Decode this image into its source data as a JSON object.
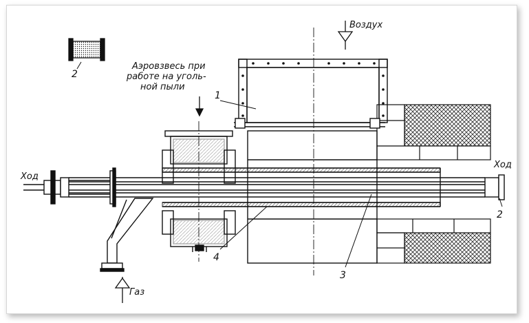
{
  "labels": {
    "air": "Воздух",
    "aerosuspension_line1": "Аэровзвесь при",
    "aerosuspension_line2": "работе на уголь-",
    "aerosuspension_line3": "ной пыли",
    "stroke_left": "Ход",
    "stroke_right": "Ход",
    "gas": "Газ",
    "callout_1": "1",
    "callout_2_detail": "2",
    "callout_2_main": "2",
    "callout_3": "3",
    "callout_4": "4"
  },
  "colors": {
    "line": "#111111",
    "hatch": "#333333",
    "frame_shadow": "#999999"
  }
}
